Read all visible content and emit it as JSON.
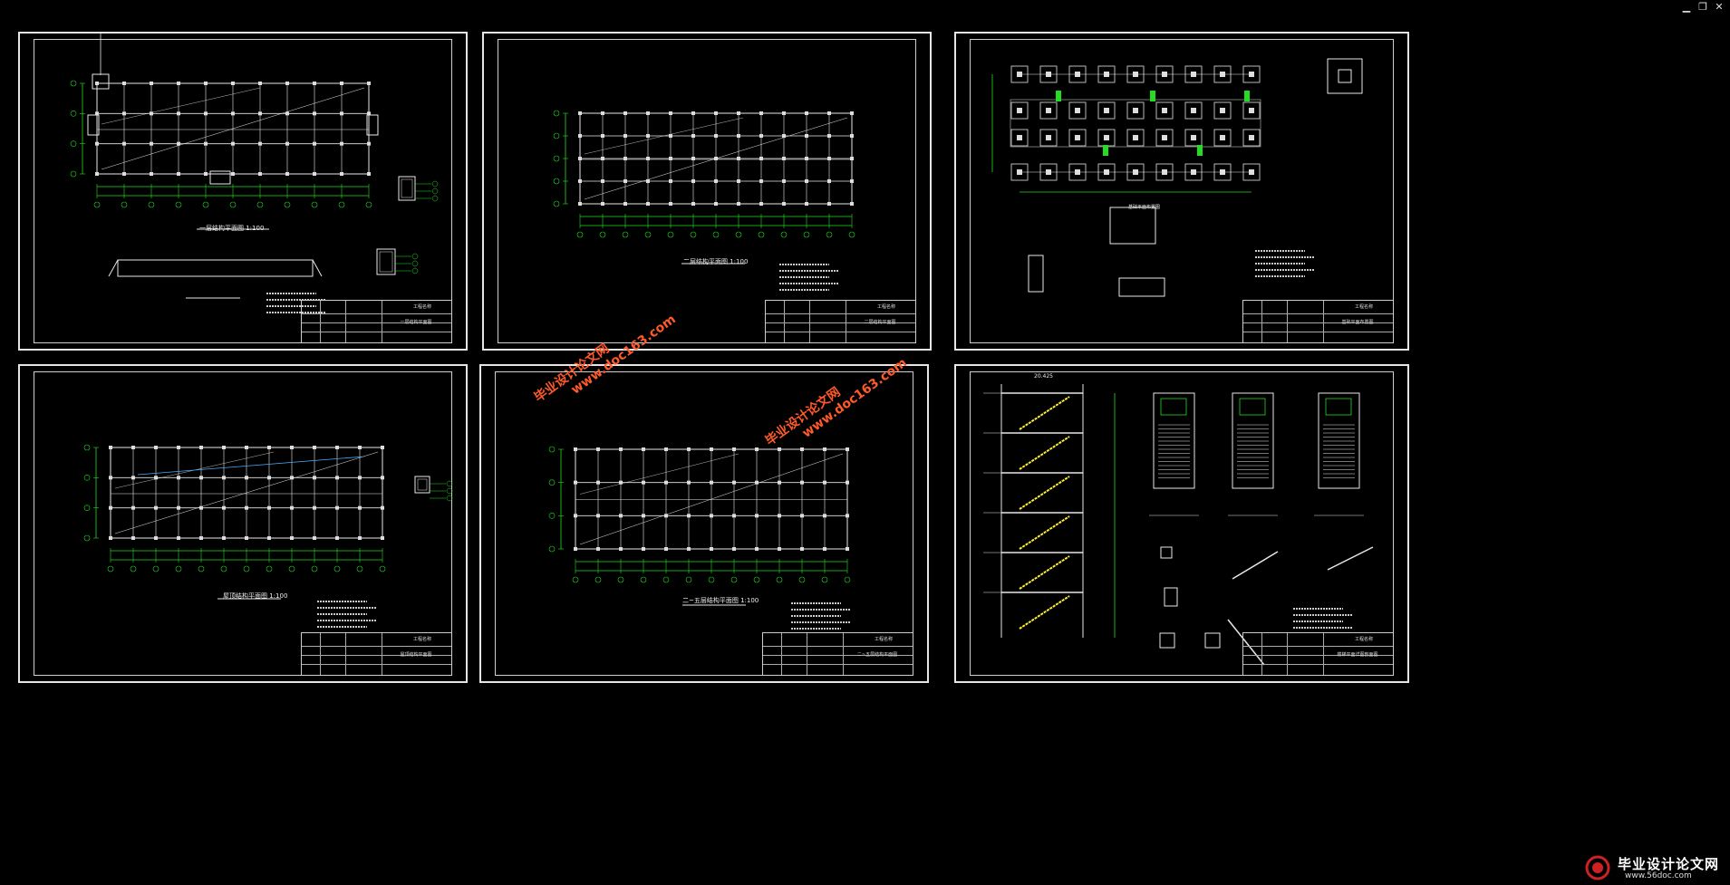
{
  "window": {
    "minimize_icon": "minimize-icon",
    "restore_icon": "restore-icon",
    "close_icon": "close-icon"
  },
  "sheets": [
    {
      "caption": "一层结构平面图  1:100",
      "title_block": {
        "header": "工程名称",
        "title": "一层结构平面图"
      }
    },
    {
      "caption": "二层结构平面图  1:100",
      "title_block": {
        "header": "工程名称",
        "title": "二层结构平面图"
      }
    },
    {
      "caption": "基础平面布置图",
      "title_block": {
        "header": "工程名称",
        "title": "基础平面布置图"
      }
    },
    {
      "caption": "屋顶结构平面图  1:100",
      "title_block": {
        "header": "工程名称",
        "title": "屋顶结构平面图"
      }
    },
    {
      "caption": "二~五层结构平面图    1:100",
      "title_block": {
        "header": "工程名称",
        "title": "二~五层结构平面图"
      }
    },
    {
      "caption": "",
      "title_block": {
        "header": "工程名称",
        "title": "楼梯平面详图剖面图"
      }
    }
  ],
  "stair": {
    "elevation_label": "20.425"
  },
  "watermarks": [
    {
      "line1": "毕业设计论文网",
      "line2": "www.doc163.com"
    },
    {
      "line1": "毕业设计论文网",
      "line2": "www.doc163.com"
    }
  ],
  "logo": {
    "name": "毕业设计论文网",
    "url": "www.56doc.com"
  },
  "colors": {
    "background": "#000000",
    "sheet_border": "#e6e6e6",
    "dim_line": "#22dd22",
    "watermark": "#ff5a2a",
    "highlight": "#ffee33"
  }
}
